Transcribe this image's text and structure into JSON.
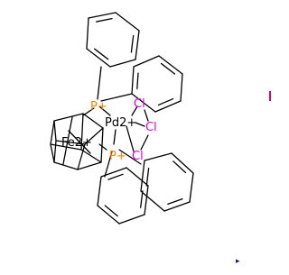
{
  "molecule": {
    "atom_labels": {
      "p_top": "P+",
      "p_bottom": "P+",
      "pd": "Pd2+",
      "fe": "Fe2+",
      "cl_1": "Cl",
      "cl_2": "Cl",
      "cl_3": "Cl"
    },
    "colors": {
      "bond": "#000000",
      "phosphorus": "#ff8000",
      "chlorine": "#e000e0",
      "metal": "#000000",
      "edge_mark": "#e0006a",
      "corner_glyph": "#1a1a6e"
    },
    "corner_glyph": "▸"
  }
}
